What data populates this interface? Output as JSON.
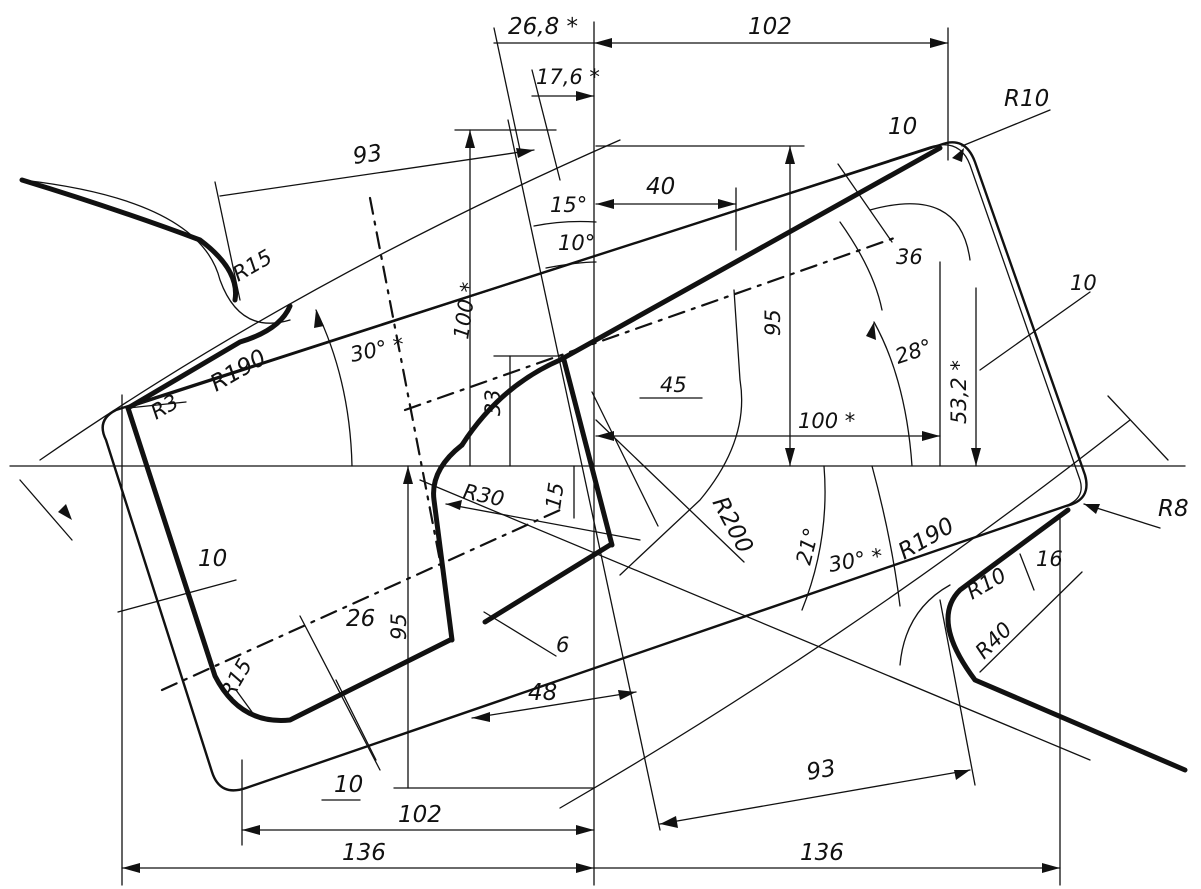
{
  "labels": {
    "d_26_8": "26,8 *",
    "d_102_top": "102",
    "d_17_6": "17,6 *",
    "r_10_top": "R10",
    "d_93_top": "93",
    "d_10_top": "10",
    "d_40": "40",
    "a_15": "15°",
    "a_10": "10°",
    "d_36": "36",
    "r_15_left": "R15",
    "a_30_left": "30° *",
    "d_100_vert": "100 *",
    "r_190_left": "R190",
    "d_95_right": "95",
    "a_28": "28°",
    "d_10_right": "10",
    "d_53_2": "53,2 *",
    "r_3": "R3",
    "d_33": "33",
    "d_45": "45",
    "d_100_horiz": "100 *",
    "r_30": "R30",
    "d_15": "15",
    "r_200": "R200",
    "a_21": "21°",
    "a_30_right": "30° *",
    "r_190_right": "R190",
    "r_8": "R8",
    "d_10_left": "10",
    "r_10_bottom": "R10",
    "d_16": "16",
    "d_26": "26",
    "d_95_left": "95",
    "d_6": "6",
    "r_40": "R40",
    "r_15_bottom": "R15",
    "d_48": "48",
    "d_93_bottom": "93",
    "d_10_bottom": "10",
    "d_102_bottom": "102",
    "d_136_left": "136",
    "d_136_right": "136"
  }
}
